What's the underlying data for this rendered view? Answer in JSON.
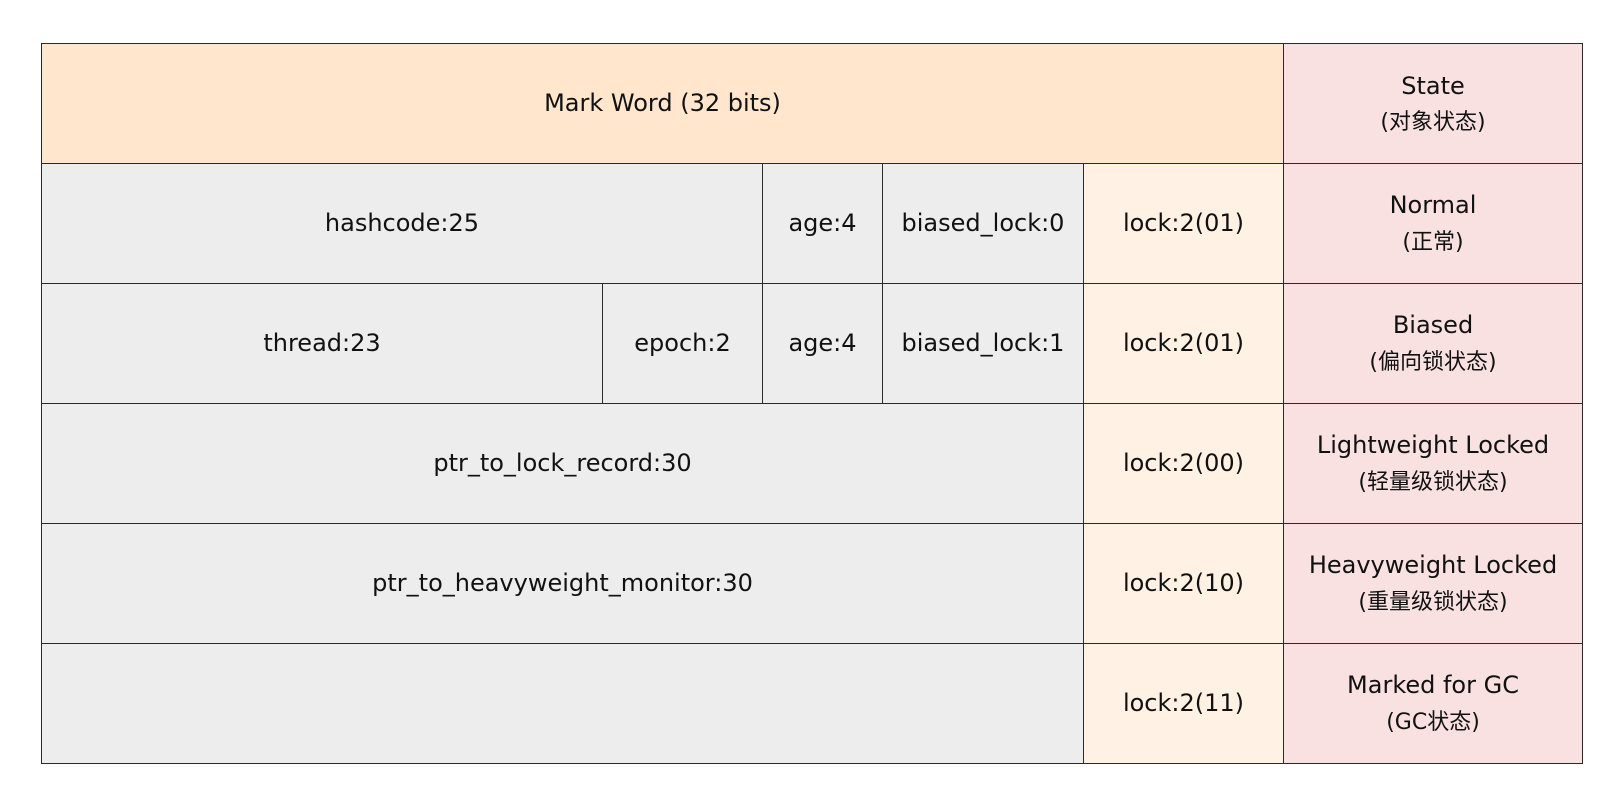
{
  "header": {
    "title": "Mark Word (32 bits)",
    "state_label": "State",
    "state_sub": "(对象状态)"
  },
  "rows": [
    {
      "fields": [
        "hashcode:25",
        "age:4",
        "biased_lock:0"
      ],
      "lock": "lock:2(01)",
      "state": "Normal",
      "state_sub": "(正常)"
    },
    {
      "fields": [
        "thread:23",
        "epoch:2",
        "age:4",
        "biased_lock:1"
      ],
      "lock": "lock:2(01)",
      "state": "Biased",
      "state_sub": "(偏向锁状态)"
    },
    {
      "fields": [
        "ptr_to_lock_record:30"
      ],
      "lock": "lock:2(00)",
      "state": "Lightweight Locked",
      "state_sub": "(轻量级锁状态)"
    },
    {
      "fields": [
        "ptr_to_heavyweight_monitor:30"
      ],
      "lock": "lock:2(10)",
      "state": "Heavyweight Locked",
      "state_sub": "(重量级锁状态)"
    },
    {
      "fields": [
        ""
      ],
      "lock": "lock:2(11)",
      "state": "Marked for GC",
      "state_sub": "(GC状态)"
    }
  ],
  "colors": {
    "header": "#ffe6cc",
    "state": "#f9e1e1",
    "field": "#ededed",
    "lock": "#fff1e3",
    "border": "#2a2a2a"
  }
}
